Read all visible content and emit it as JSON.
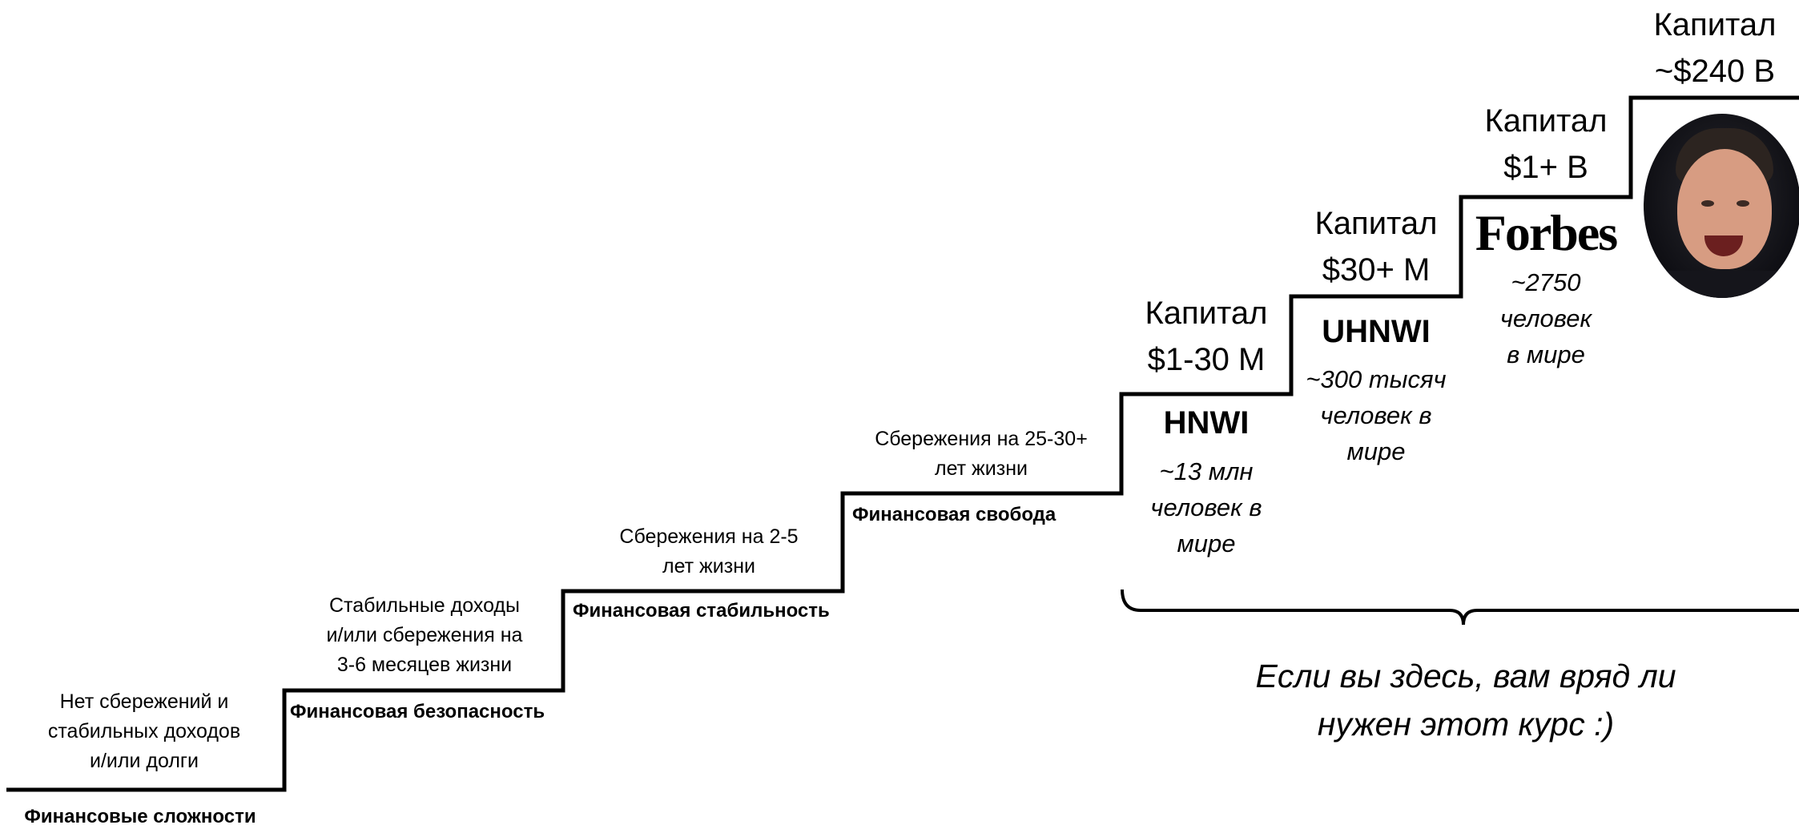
{
  "levels": [
    {
      "name": "Финансовые сложности",
      "description": [
        "Нет сбережений и",
        "стабильных доходов",
        "и/или долги"
      ]
    },
    {
      "name": "Финансовая безопасность",
      "description": [
        "Стабильные доходы",
        "и/или сбережения на",
        "3-6 месяцев жизни"
      ]
    },
    {
      "name": "Финансовая стабильность",
      "description": [
        "Сбережения на 2-5",
        "лет жизни"
      ]
    },
    {
      "name": "Финансовая свобода",
      "description": [
        "Сбережения на 25-30+",
        "лет жизни"
      ]
    }
  ],
  "wealth_tiers": [
    {
      "capital": [
        "Капитал",
        "$1-30 M"
      ],
      "class": "HNWI",
      "population": [
        "~13 млн",
        "человек в",
        "мире"
      ]
    },
    {
      "capital": [
        "Капитал",
        "$30+ M"
      ],
      "class": "UHNWI",
      "population": [
        "~300 тысяч",
        "человек в",
        "мире"
      ]
    },
    {
      "capital": [
        "Капитал",
        "$1+ B"
      ],
      "brand_logo": "Forbes",
      "population": [
        "~2750",
        "человек",
        "в мире"
      ]
    },
    {
      "capital": [
        "Капитал",
        "~$240 B"
      ],
      "image": "portrait-photo"
    }
  ],
  "bracket_note": [
    "Если вы здесь, вам вряд ли",
    "нужен этот курс :)"
  ],
  "colors": {
    "line": "#000000",
    "text": "#000000",
    "background": "#ffffff"
  }
}
